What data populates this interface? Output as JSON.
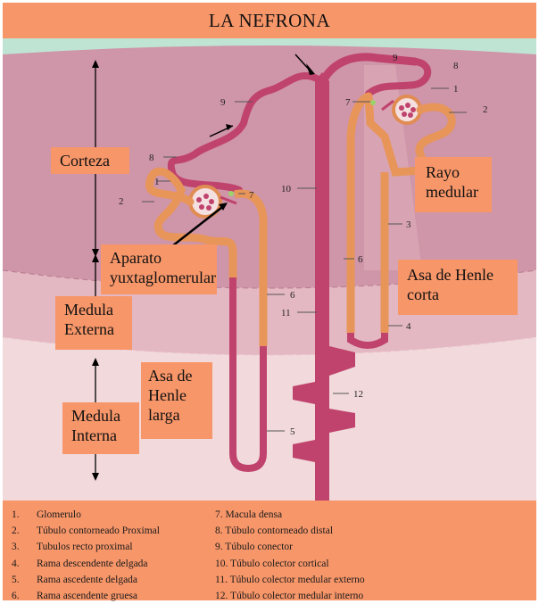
{
  "title": "LA NEFRONA",
  "regions": {
    "cortex": "Corteza",
    "outer_medulla": [
      "Medula",
      "Externa"
    ],
    "inner_medulla": [
      "Medula",
      "Interna"
    ]
  },
  "callouts": {
    "jg_apparatus": [
      "Aparato",
      "yuxtaglomerular"
    ],
    "medullary_ray": [
      "Rayo",
      "medular"
    ],
    "short_loop": [
      "Asa de Henle",
      "corta"
    ],
    "long_loop": [
      "Asa de",
      "Henle",
      "larga"
    ]
  },
  "diagram_numbers": {
    "left": [
      "1",
      "2",
      "6",
      "7",
      "8",
      "9"
    ],
    "center": [
      "10",
      "11",
      "12"
    ],
    "right_short": [
      "1",
      "2",
      "3",
      "4",
      "6",
      "7",
      "8",
      "9"
    ],
    "long_lower": [
      "5"
    ]
  },
  "legend": {
    "left": [
      {
        "num": "1.",
        "text": "Glomerulo"
      },
      {
        "num": "2.",
        "text": "Túbulo contorneado Proximal"
      },
      {
        "num": "3.",
        "text": "Tubulos recto proximal"
      },
      {
        "num": "4.",
        "text": "Rama descendente delgada"
      },
      {
        "num": "5.",
        "text": "Rama ascedente delgada"
      },
      {
        "num": "6.",
        "text": "Rama ascendente gruesa"
      }
    ],
    "right": [
      {
        "num": "7.",
        "text": "Macula densa"
      },
      {
        "num": "8.",
        "text": "Túbulo contorneado distal"
      },
      {
        "num": "9.",
        "text": "Túbulo conector"
      },
      {
        "num": "10.",
        "text": "Túbulo colector cortical"
      },
      {
        "num": "11.",
        "text": "Túbulo colector medular externo"
      },
      {
        "num": "12.",
        "text": "Túbulo colector medular interno"
      }
    ]
  },
  "colors": {
    "accent": "#f79669",
    "cortex": "#cf95a8",
    "outer_medulla": "#e4b8c2",
    "inner_medulla": "#f2dadc",
    "background_top": "#bfe4d3",
    "collecting_duct": "#c0436d",
    "thick_tubule": "#e8955a"
  }
}
